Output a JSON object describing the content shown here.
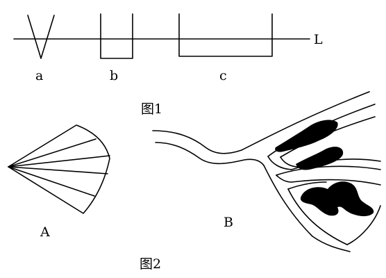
{
  "figure1": {
    "line_label": "L",
    "profile_labels": [
      "a",
      "b",
      "c"
    ],
    "caption": "图1"
  },
  "figure2": {
    "panel_labels": [
      "A",
      "B"
    ],
    "caption": "图2"
  }
}
